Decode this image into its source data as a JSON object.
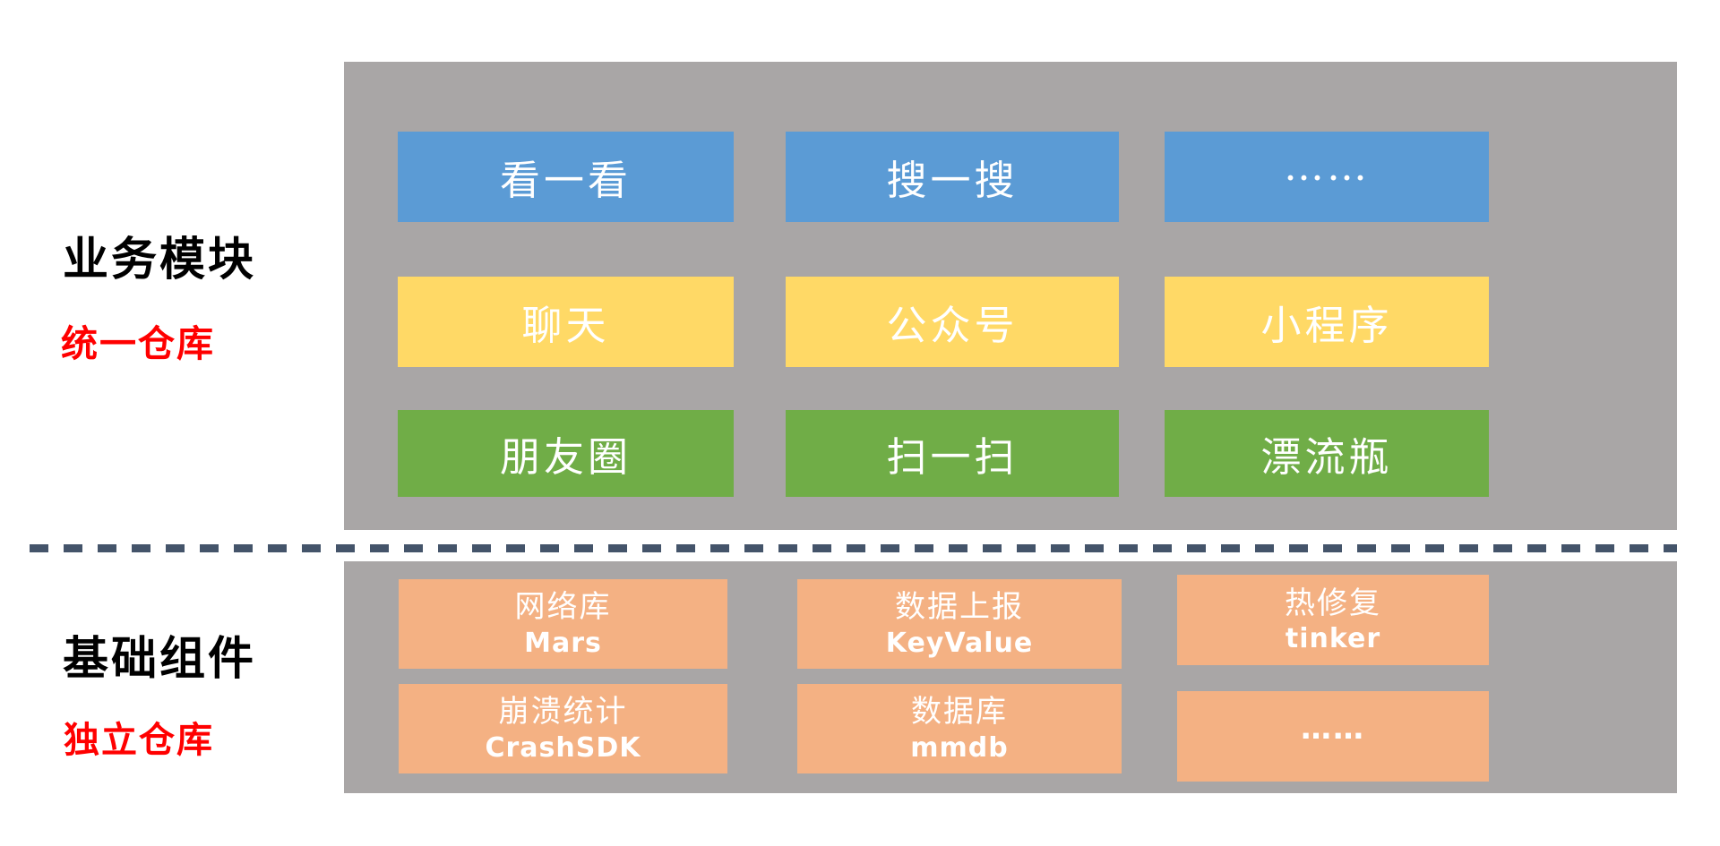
{
  "palette": {
    "panel_bg": "#a9a6a6",
    "module_blue": "#5b9bd5",
    "module_yellow": "#ffd966",
    "module_green": "#70ad47",
    "component_orange": "#f4b183",
    "box_text": "#ffffff",
    "label_black": "#000000",
    "label_red": "#ff0000",
    "dash_color": "#44546a",
    "background": "#ffffff"
  },
  "left_labels": {
    "business_title": "业务模块",
    "business_sub": "统一仓库",
    "foundation_title": "基础组件",
    "foundation_sub": "独立仓库"
  },
  "business_modules": [
    {
      "label": "看一看",
      "color": "#5b9bd5"
    },
    {
      "label": "搜一搜",
      "color": "#5b9bd5"
    },
    {
      "label": "……",
      "color": "#5b9bd5"
    },
    {
      "label": "聊天",
      "color": "#ffd966"
    },
    {
      "label": "公众号",
      "color": "#ffd966"
    },
    {
      "label": "小程序",
      "color": "#ffd966"
    },
    {
      "label": "朋友圈",
      "color": "#70ad47"
    },
    {
      "label": "扫一扫",
      "color": "#70ad47"
    },
    {
      "label": "漂流瓶",
      "color": "#70ad47"
    }
  ],
  "foundation_components": [
    {
      "title": "网络库",
      "subtitle": "Mars"
    },
    {
      "title": "数据上报",
      "subtitle": "KeyValue"
    },
    {
      "title": "热修复",
      "subtitle": "tinker"
    },
    {
      "title": "崩溃统计",
      "subtitle": "CrashSDK"
    },
    {
      "title": "数据库",
      "subtitle": "mmdb"
    },
    {
      "title": "……",
      "subtitle": ""
    }
  ]
}
